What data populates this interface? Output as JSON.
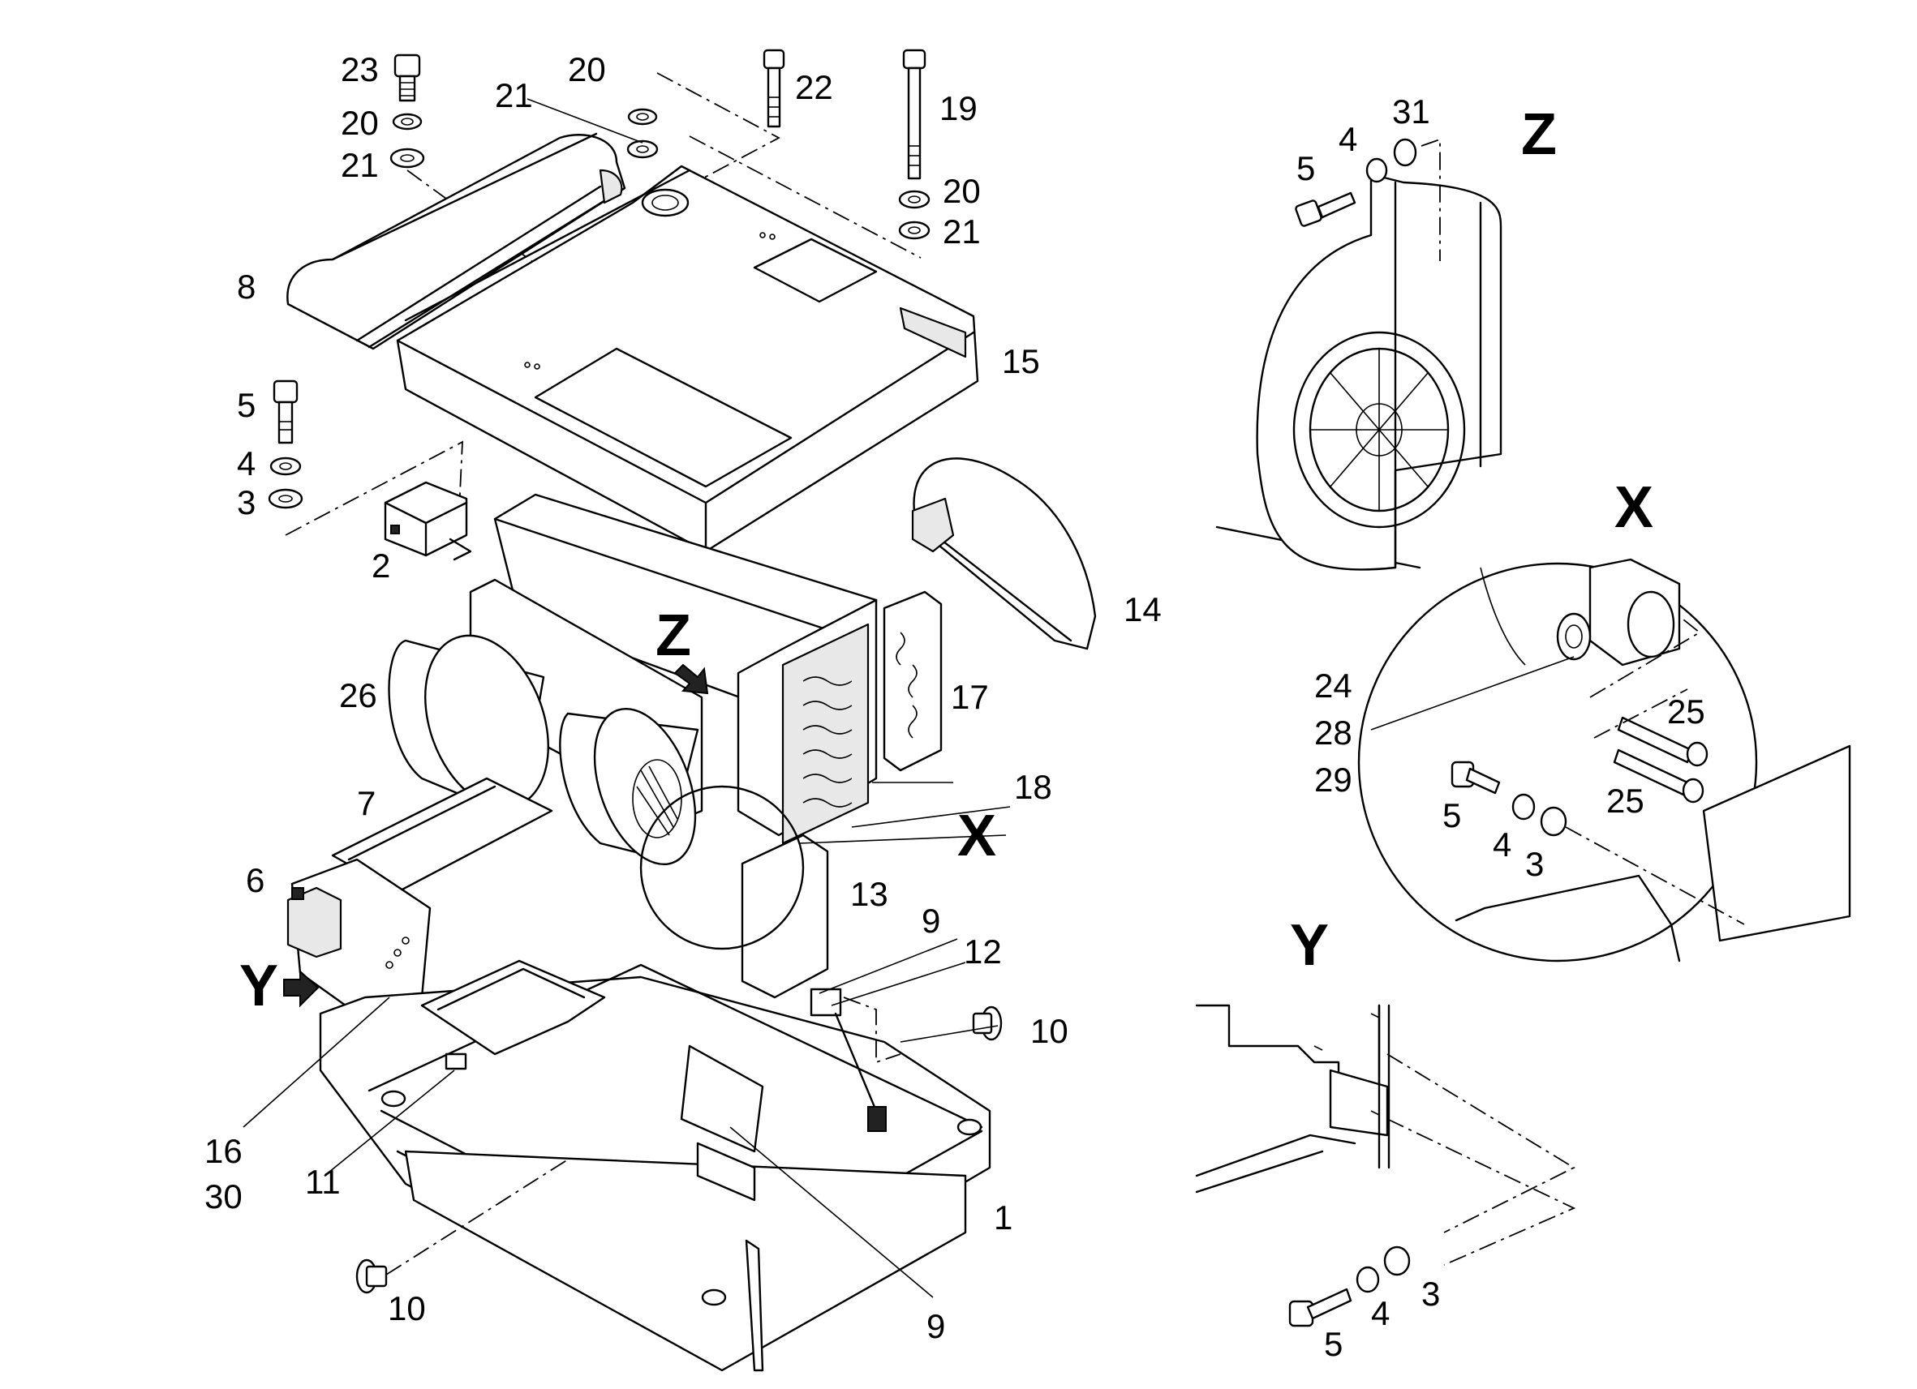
{
  "labels": {
    "l1": "1",
    "l2": "2",
    "l3a": "3",
    "l4a": "4",
    "l5a": "5",
    "l6": "6",
    "l7": "7",
    "l8": "8",
    "l9a": "9",
    "l9b": "9",
    "l10a": "10",
    "l10b": "10",
    "l11": "11",
    "l12": "12",
    "l13": "13",
    "l14": "14",
    "l15": "15",
    "l16": "16",
    "l30": "30",
    "l17": "17",
    "l18": "18",
    "l19": "19",
    "l20a": "20",
    "l20b": "20",
    "l20c": "20",
    "l21a": "21",
    "l21b": "21",
    "l21c": "21",
    "l22": "22",
    "l23": "23",
    "l26": "26",
    "lX": "X",
    "lZ": "Z",
    "lY": "Y",
    "z5": "5",
    "z4": "4",
    "z31": "31",
    "x24": "24",
    "x28": "28",
    "x29": "29",
    "x25a": "25",
    "x25b": "25",
    "x5": "5",
    "x4": "4",
    "x3": "3",
    "y5": "5",
    "y4": "4",
    "y3": "3"
  },
  "detail_titles": {
    "z": "Z",
    "x": "X",
    "y": "Y"
  }
}
